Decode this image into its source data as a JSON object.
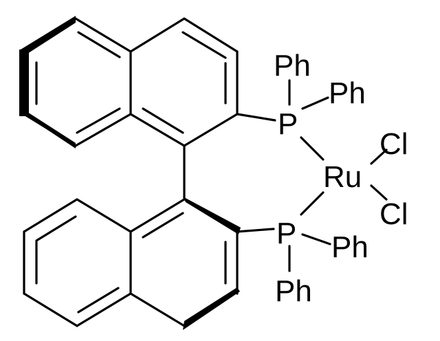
{
  "molecule": {
    "atoms": {
      "p_top": "P",
      "p_bottom": "P",
      "ru": "Ru",
      "cl_top": "Cl",
      "cl_bottom": "Cl",
      "ph_top_1": "Ph",
      "ph_top_2": "Ph",
      "ph_bottom_1": "Ph",
      "ph_bottom_2": "Ph"
    }
  }
}
